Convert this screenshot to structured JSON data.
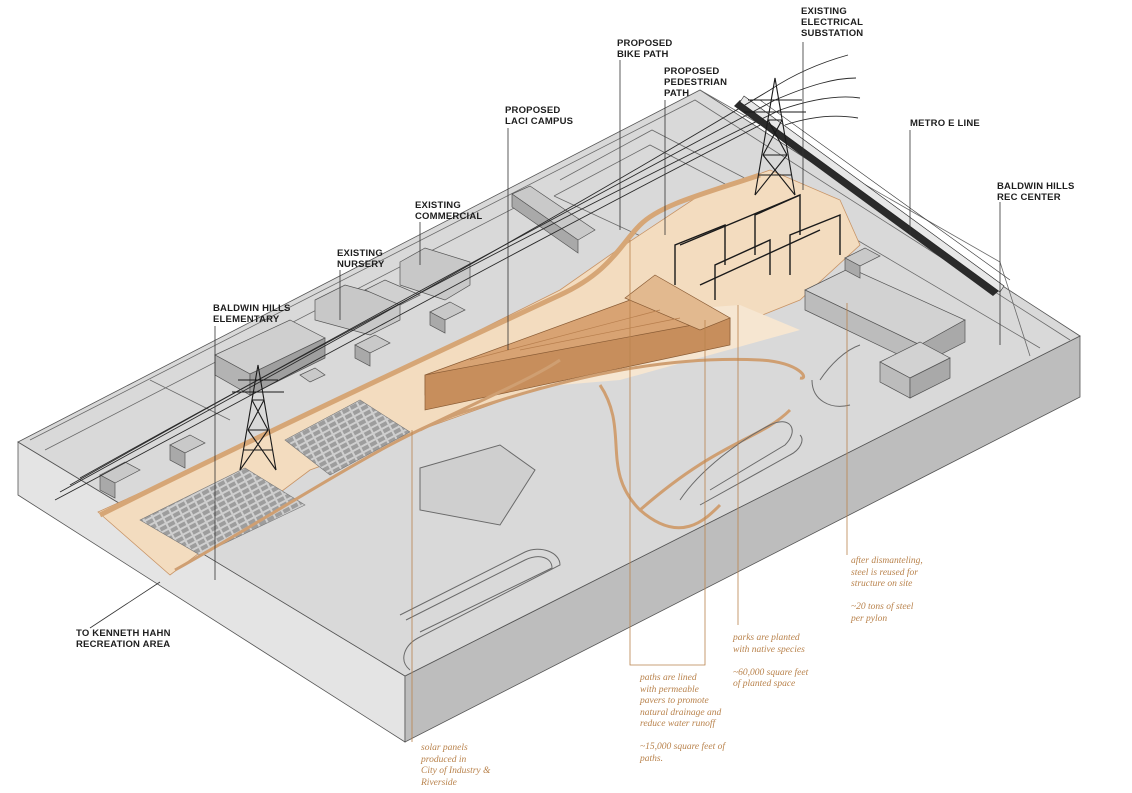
{
  "colors": {
    "ground_top": "#d8d8d8",
    "ground_side_left": "#e4e4e4",
    "ground_side_front": "#bcbcbc",
    "park_fill": "#f3dcbf",
    "campus": "#d8a373",
    "path": "#cf9f72",
    "building": "#b9b9b9",
    "annotation": "#b9834d",
    "label": "#1e1e1e"
  },
  "labels": {
    "substation": "EXISTING\nELECTRICAL\nSUBSTATION",
    "bike_path": "PROPOSED\nBIKE PATH",
    "pedestrian_path": "PROPOSED\nPEDESTRIAN\nPATH",
    "laci_campus": "PROPOSED\nLACI CAMPUS",
    "metro_line": "METRO E LINE",
    "rec_center": "BALDWIN HILLS\nREC CENTER",
    "commercial": "EXISTING\nCOMMERCIAL",
    "nursery": "EXISTING\nNURSERY",
    "elementary": "BALDWIN HILLS\nELEMENTARY",
    "kenneth_hahn": "TO KENNETH HAHN\nRECREATION AREA"
  },
  "notes": {
    "steel": "after dismanteling,\nsteel is reused for\nstructure on site\n\n~20 tons of steel\nper pylon",
    "parks": "parks are planted\nwith native species\n\n~60,000 square feet\nof planted space",
    "paths": "paths are lined\nwith permeable\npavers to promote\nnatural drainage and\nreduce water runoff\n\n~15,000 square feet of\npaths.",
    "solar": "solar panels\nproduced in\nCity of Industry &\nRiverside"
  }
}
